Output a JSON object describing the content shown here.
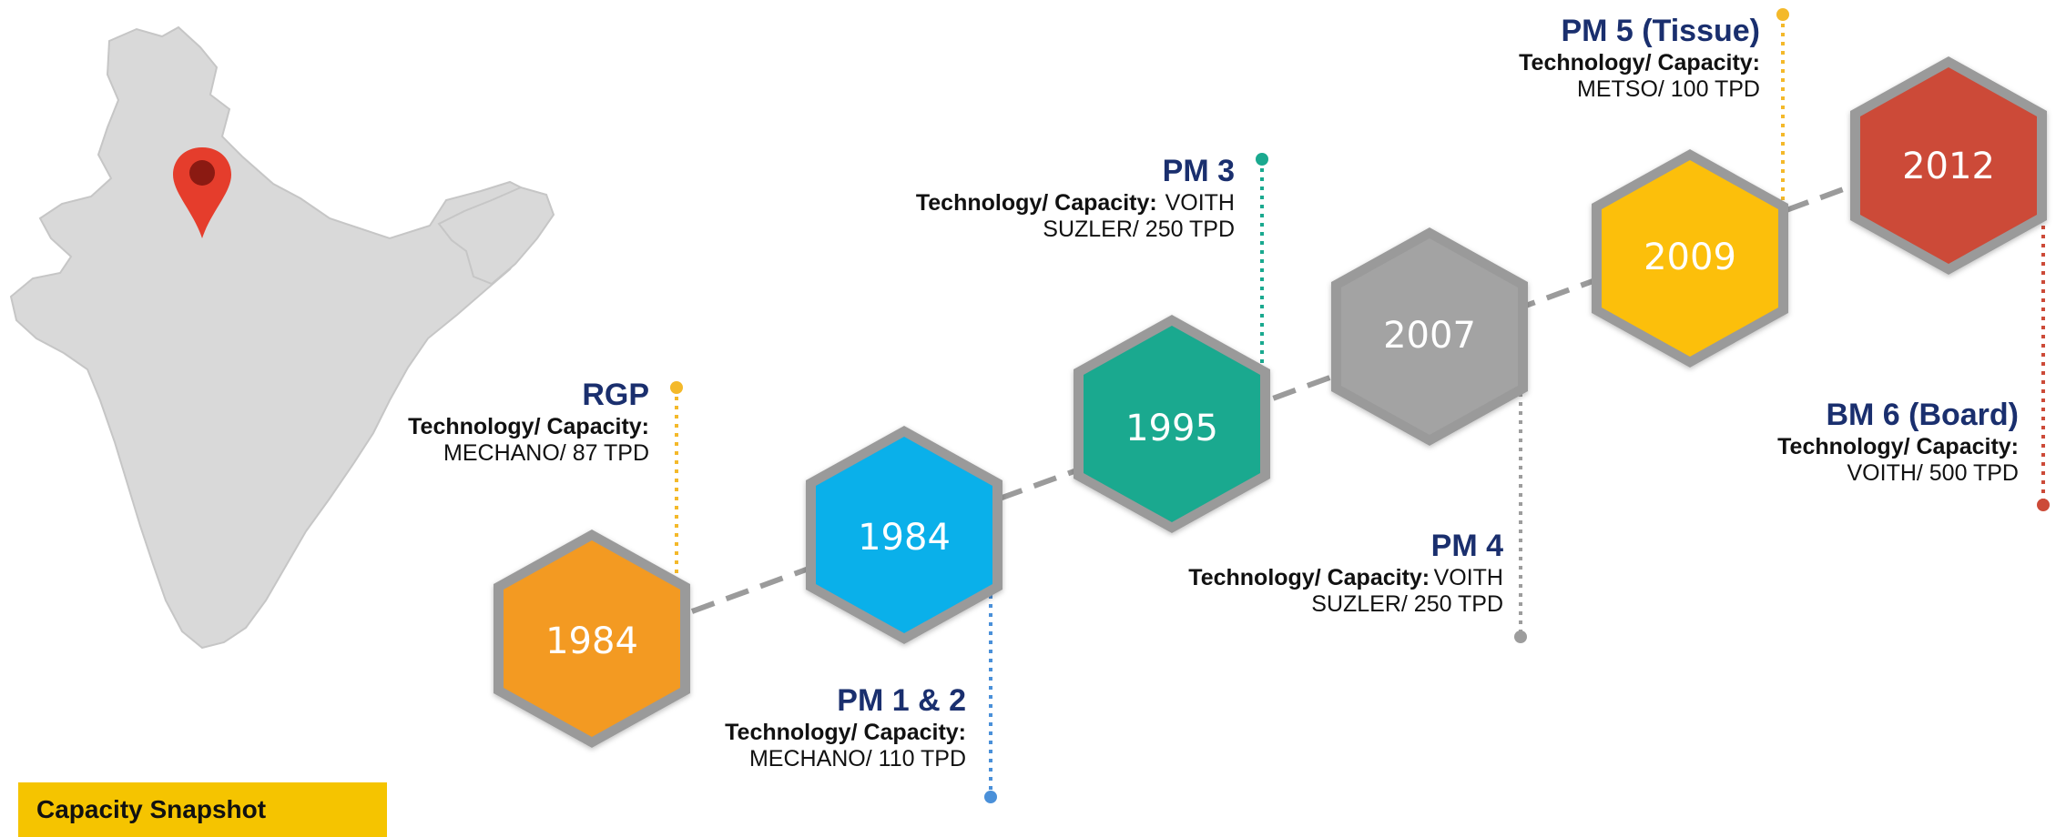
{
  "milestones": [
    {
      "year": "1984",
      "color": "#f39a22",
      "title": "RGP",
      "tech_label": "Technology/ Capacity:",
      "spec": "MECHANO/ 87 TPD",
      "line_color": "#f4b92a"
    },
    {
      "year": "1984",
      "color": "#0ab0ea",
      "title": "PM 1 & 2",
      "tech_label": "Technology/ Capacity:",
      "spec": "MECHANO/ 110 TPD",
      "line_color": "#4a90d9"
    },
    {
      "year": "1995",
      "color": "#1aa98f",
      "title": "PM 3",
      "tech_label": "Technology/ Capacity:",
      "spec_1": "VOITH",
      "spec_2": "SUZLER/ 250 TPD",
      "line_color": "#1aa98f"
    },
    {
      "year": "2007",
      "color": "#a3a3a3",
      "title": "PM 4",
      "tech_label": "Technology/ Capacity:",
      "spec_1": "VOITH",
      "spec_2": "SUZLER/ 250 TPD",
      "line_color": "#9d9d9d"
    },
    {
      "year": "2009",
      "color": "#fcbf0b",
      "title": "PM 5 (Tissue)",
      "tech_label": "Technology/ Capacity:",
      "spec": "METSO/ 100 TPD",
      "line_color": "#f4b92a"
    },
    {
      "year": "2012",
      "color": "#cc4a38",
      "title": "BM 6 (Board)",
      "tech_label": "Technology/ Capacity:",
      "spec": "VOITH/ 500 TPD",
      "line_color": "#cc4a38"
    }
  ],
  "capacity_box": {
    "label": "Capacity Snapshot"
  },
  "map": {
    "name": "india-map",
    "pin_color": "#e53d2c"
  }
}
